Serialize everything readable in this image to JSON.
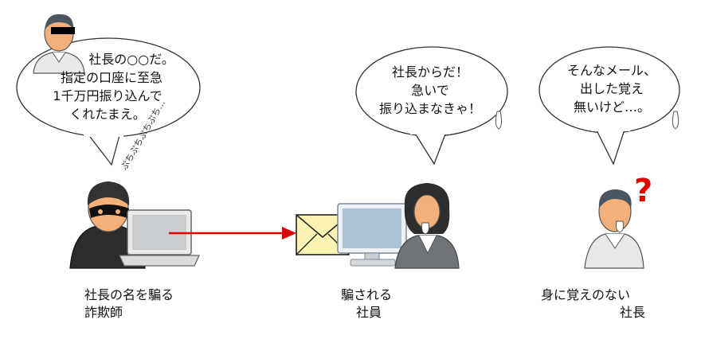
{
  "bubbles": {
    "scammer": {
      "lines": [
        "社長の○○だ。",
        "指定の口座に至急",
        "1千万円振り込んで",
        "くれたまえ。"
      ]
    },
    "employee": {
      "lines": [
        "社長からだ！",
        "急いで",
        "振り込まなきゃ！"
      ]
    },
    "president": {
      "lines": [
        "そんなメール、",
        "出した覚え",
        "無いけど…。"
      ]
    }
  },
  "typing_sound": "ぷちぷちぷちぷち…",
  "question_mark": "?",
  "captions": {
    "scammer": {
      "line1": "社長の名を騙る",
      "line2": "詐欺師"
    },
    "employee": {
      "line1": "騙される",
      "line2": "社員"
    },
    "president": {
      "line1": "身に覚えのない",
      "line2": "社長"
    }
  },
  "colors": {
    "arrow": "#e00000",
    "question": "#e00000",
    "envelope": "#fbf3b4",
    "skin": "#f3b07a"
  }
}
